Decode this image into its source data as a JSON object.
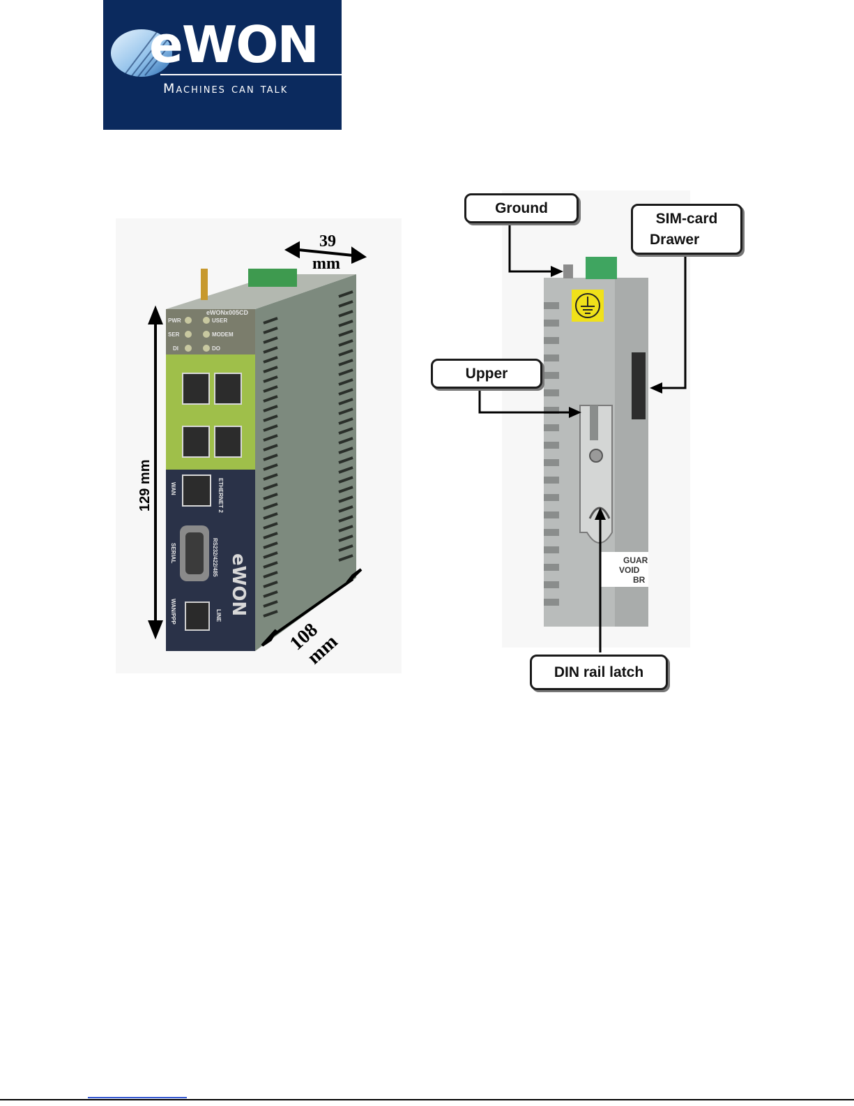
{
  "logo": {
    "wordmark": "eWON",
    "tagline": "Machines can talk",
    "colors": {
      "background": "#0b2a5e",
      "text": "#ffffff",
      "swoosh": "#9ec9ee"
    }
  },
  "device_front": {
    "model_label": "eWONx005CD",
    "brand_print": "eWON",
    "led_labels": [
      "PWR",
      "USER",
      "SER",
      "MODEM",
      "DI",
      "DO"
    ],
    "port_labels": [
      "WAN",
      "ETHERNET 2",
      "SERIAL",
      "RS232/422/485",
      "WAN/PPP",
      "LINE"
    ],
    "dimensions": {
      "depth": "39",
      "depth_unit": "mm",
      "height": "129 mm",
      "width": "108",
      "width_unit": "mm"
    }
  },
  "device_side": {
    "callouts": {
      "ground": "Ground",
      "sim_line1": "SIM-card",
      "sim_line2": "Drawer",
      "upper": "Upper",
      "din": "DIN rail latch"
    },
    "sticker_lines": [
      "GUAR",
      "VOID",
      "BR"
    ]
  }
}
